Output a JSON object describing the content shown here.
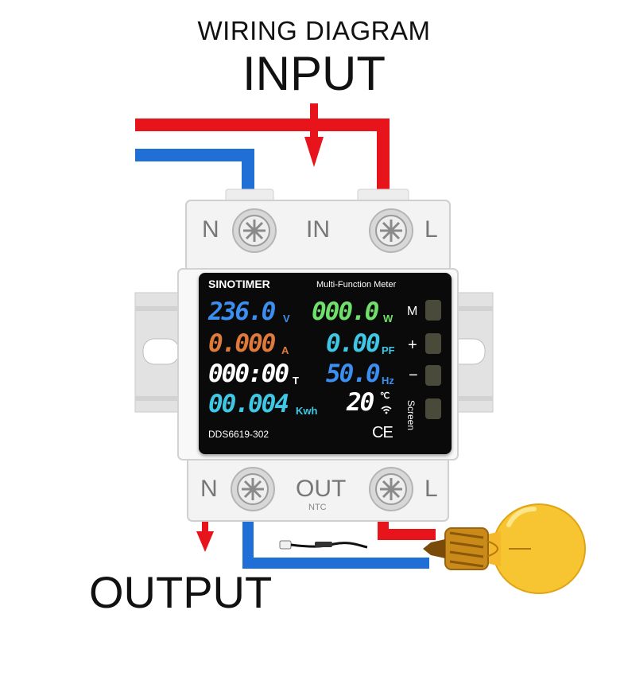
{
  "titles": {
    "heading": "WIRING DIAGRAM",
    "input": "INPUT",
    "output": "OUTPUT"
  },
  "device": {
    "brand": "SINOTIMER",
    "subtitle": "Multi-Function Meter",
    "model": "DDS6619-302",
    "ce_mark": "CE",
    "terminals_top": {
      "left": "N",
      "center": "IN",
      "right": "L"
    },
    "terminals_bottom": {
      "left": "N",
      "center": "OUT",
      "right": "L",
      "sub": "NTC"
    }
  },
  "readings": {
    "voltage": {
      "value": "236.0",
      "unit": "V"
    },
    "power": {
      "value": "000.0",
      "unit": "W"
    },
    "current": {
      "value": "0.000",
      "unit": "A"
    },
    "power_factor": {
      "value": "0.00",
      "unit": "PF"
    },
    "time": {
      "value": "000:00",
      "unit": "T"
    },
    "frequency": {
      "value": "50.0",
      "unit": "Hz"
    },
    "energy": {
      "value": "00.004",
      "unit": "Kwh"
    },
    "temperature": {
      "value": "20",
      "unit": "℃"
    }
  },
  "buttons": {
    "m": "M",
    "plus": "+",
    "minus": "−",
    "screen": "Screen"
  },
  "colors": {
    "live_wire": "#e8141c",
    "neutral_wire": "#1f6fd6",
    "voltage": "#3b8ff0",
    "power": "#6fe06a",
    "current": "#e07a3a",
    "power_factor": "#3ec8e6",
    "time": "#ffffff",
    "frequency": "#3b8ff0",
    "energy": "#3ec8e6",
    "bulb": "#f7c531"
  },
  "icons": [
    "down-arrow-icon",
    "terminal-screw-icon",
    "light-bulb-icon",
    "ntc-sensor-icon",
    "wifi-icon"
  ]
}
